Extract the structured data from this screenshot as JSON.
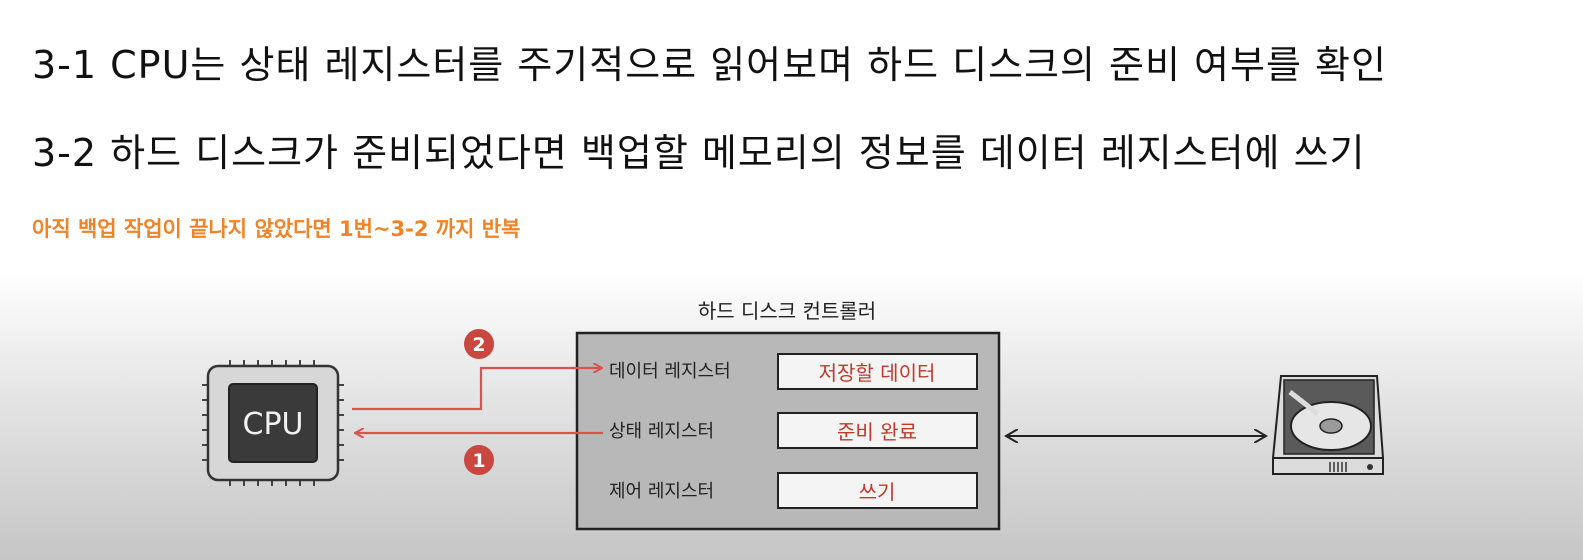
{
  "steps": {
    "step_3_1": "3-1 CPU는 상태 레지스터를 주기적으로 읽어보며 하드 디스크의 준비 여부를 확인",
    "step_3_2": "3-2 하드 디스크가 준비되었다면 백업할 메모리의 정보를 데이터 레지스터에 쓰기",
    "repeat_note": "아직 백업 작업이 끝나지 않았다면 1번~3-2 까지 반복"
  },
  "diagram": {
    "cpu_label": "CPU",
    "controller_title": "하드 디스크 컨트롤러",
    "registers": [
      {
        "name": "데이터 레지스터",
        "value": "저장할 데이터"
      },
      {
        "name": "상태 레지스터",
        "value": "준비 완료"
      },
      {
        "name": "제어 레지스터",
        "value": "쓰기"
      }
    ],
    "badges": [
      "2",
      "1"
    ]
  },
  "colors": {
    "accent_orange": "#f08326",
    "arrow_red": "#d9534f",
    "badge_red": "#c9473f",
    "value_text_red": "#c0392b"
  }
}
